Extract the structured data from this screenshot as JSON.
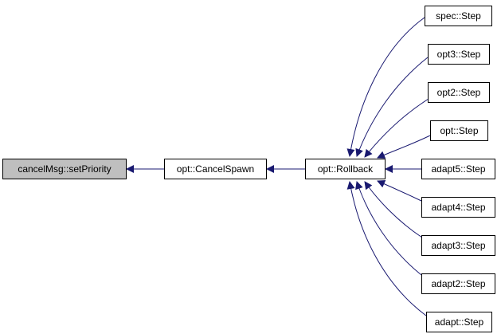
{
  "graph": {
    "colors": {
      "edge": "#191970",
      "node_fill": "#ffffff",
      "focus_fill": "#bfbfbf",
      "border": "#000000"
    },
    "nodes": {
      "set_priority": "cancelMsg::setPriority",
      "cancel_spawn": "opt::CancelSpawn",
      "rollback": "opt::Rollback",
      "spec_step": "spec::Step",
      "opt3_step": "opt3::Step",
      "opt2_step": "opt2::Step",
      "opt_step": "opt::Step",
      "adapt5_step": "adapt5::Step",
      "adapt4_step": "adapt4::Step",
      "adapt3_step": "adapt3::Step",
      "adapt2_step": "adapt2::Step",
      "adapt_step": "adapt::Step"
    }
  }
}
